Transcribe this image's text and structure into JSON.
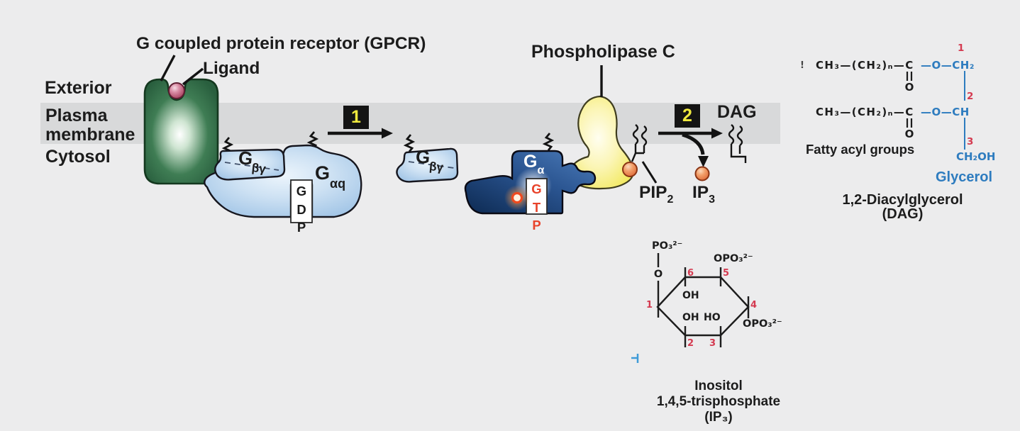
{
  "colors": {
    "background": "#ececed",
    "membrane": "#d8d9da",
    "receptor_green": "#2e6b45",
    "g_protein_blue": "#b9d4ee",
    "active_blue": "#1d4070",
    "plc_yellow": "#f5ee72",
    "orange_ball": "#ee8a52",
    "gtp_red": "#e8432a",
    "step_numeral_yellow": "#efe93e",
    "chem_blue": "#2e7cbf",
    "chem_red": "#d43a50"
  },
  "membrane_labels": {
    "exterior": "Exterior",
    "plasma_line1": "Plasma",
    "plasma_line2": "membrane",
    "cytosol": "Cytosol"
  },
  "receptor": {
    "title": "G coupled protein receptor (GPCR)",
    "ligand": "Ligand"
  },
  "plc": {
    "label": "Phospholipase C"
  },
  "steps": {
    "step1": "1",
    "step2": "2"
  },
  "g_proteins": {
    "gbg1": {
      "main": "G",
      "sub": "βγ"
    },
    "gaq": {
      "main": "G",
      "sub": "αq"
    },
    "gbg2": {
      "main": "G",
      "sub": "βγ"
    },
    "ga": {
      "main": "G",
      "sub": "α"
    },
    "gdp": [
      "G",
      "D",
      "P"
    ],
    "gtp": [
      "G",
      "T",
      "P"
    ]
  },
  "products": {
    "dag": "DAG",
    "pip2_main": "PIP",
    "pip2_sub": "2",
    "ip3_main": "IP",
    "ip3_sub": "3"
  },
  "dag_structure": {
    "row1_black": "CH₃—(CH₂)ₙ—C",
    "row1_blue": "—O—CH₂",
    "row1_num": "1",
    "row2_black": "CH₃—(CH₂)ₙ—C",
    "row2_blue": "—O—CH",
    "row2_num": "2",
    "num3": "3",
    "o_atom1": "O",
    "o_atom2": "O",
    "ch2oh": "CH₂OH",
    "fatty": "Fatty acyl groups",
    "glycerol": "Glycerol",
    "name_line1": "1,2-Diacylglycerol",
    "name_line2": "(DAG)",
    "stray_mark": "!"
  },
  "ip3_structure": {
    "po3": "PO₃²⁻",
    "o_link": "O",
    "opo3_top": "OPO₃²⁻",
    "opo3_bottom": "OPO₃²⁻",
    "oh_top": "OH",
    "oh_bottom": "OH",
    "ho_bottom": "HO",
    "n1": "1",
    "n2": "2",
    "n3": "3",
    "n4": "4",
    "n5": "5",
    "n6": "6",
    "name_line1": "Inositol",
    "name_line2": "1,4,5-trisphosphate",
    "name_line3": "(IP₃)"
  }
}
